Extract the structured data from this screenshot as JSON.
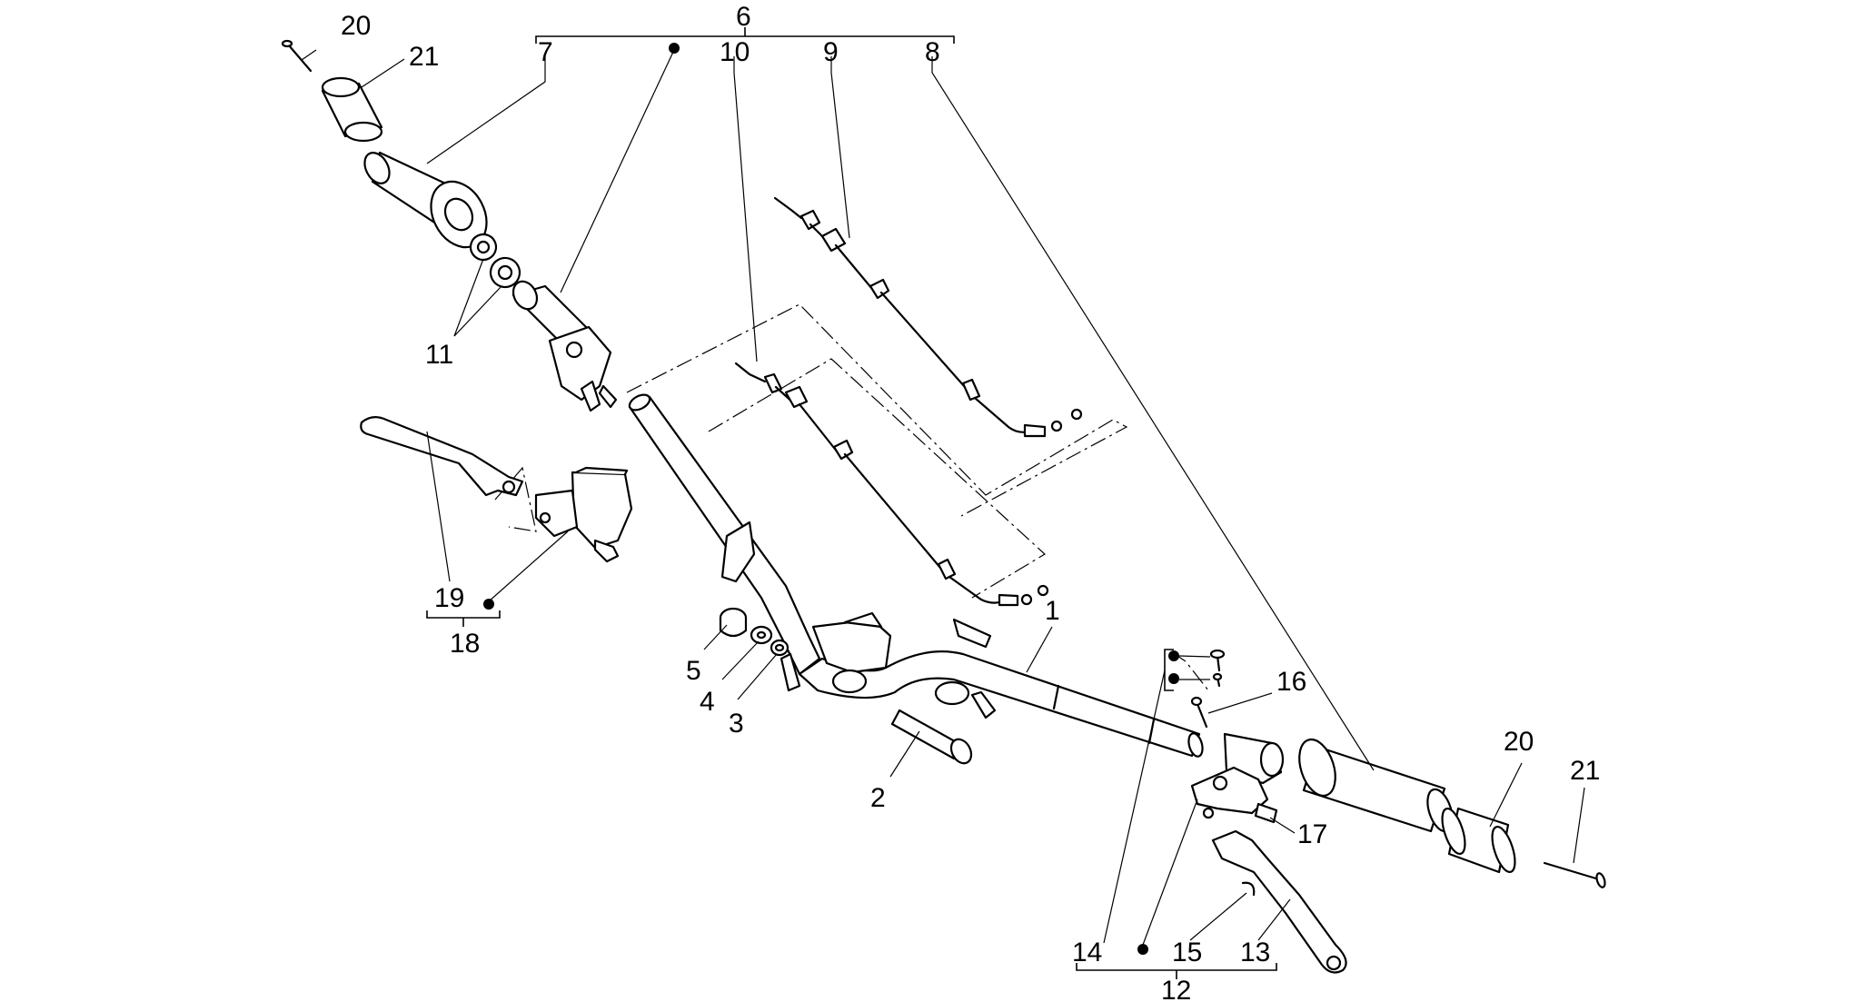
{
  "diagram": {
    "type": "exploded-parts-diagram",
    "callouts": {
      "c1": "1",
      "c2": "2",
      "c3": "3",
      "c4": "4",
      "c5": "5",
      "c6": "6",
      "c7": "7",
      "c8": "8",
      "c9": "9",
      "c10": "10",
      "c11": "11",
      "c12": "12",
      "c13": "13",
      "c14": "14",
      "c15": "15",
      "c16": "16",
      "c17": "17",
      "c18": "18",
      "c19": "19",
      "c20_left": "20",
      "c21_left": "21",
      "c20_right": "20",
      "c21_right": "21"
    }
  }
}
